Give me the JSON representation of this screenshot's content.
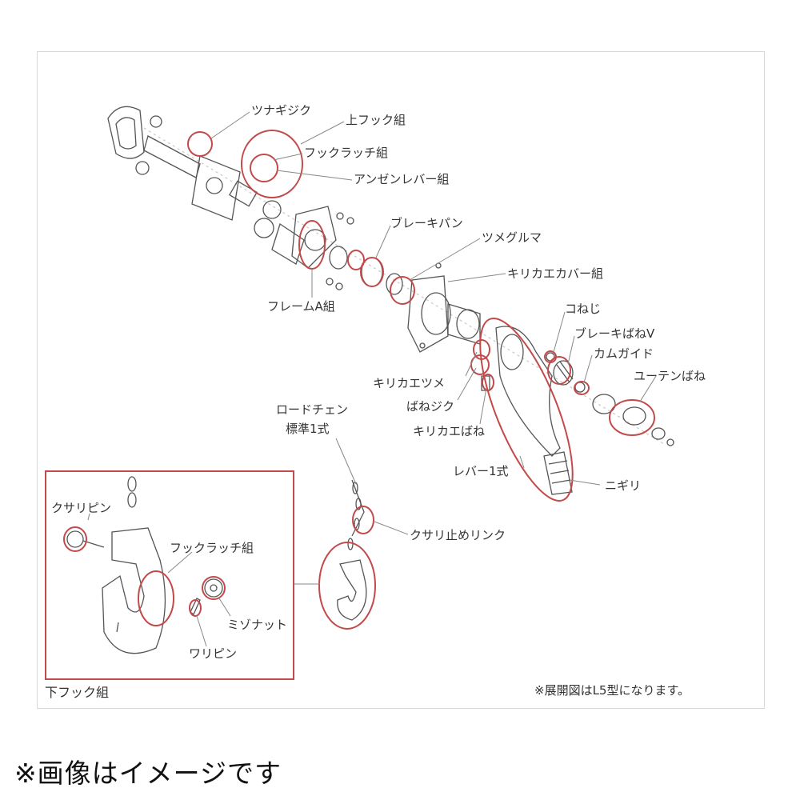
{
  "parts": {
    "tsunagijiku": "ツナギジク",
    "upper_hook": "上フック組",
    "hook_latch": "フックラッチ組",
    "anzen_lever": "アンゼンレバー組",
    "brake_pan": "ブレーキパン",
    "tsume_guruma": "ツメグルマ",
    "kirikae_cover": "キリカエカバー組",
    "frame_a": "フレームA組",
    "konejji": "コねじ",
    "brake_spring_v": "ブレーキばねV",
    "cam_guide": "カムガイド",
    "yuten_spring": "ユーテンばね",
    "kirikae_tsume": "キリカエツメ",
    "spring_jiku": "ばねジク",
    "kirikae_spring": "キリカエばね",
    "lever_set": "レバー1式",
    "grip": "ニギリ",
    "load_chain_1": "ロードチェン",
    "load_chain_2": "標準1式",
    "chain_stop_link": "クサリ止めリンク"
  },
  "sub_assembly": {
    "title": "下フック組",
    "kusari_pin": "クサリピン",
    "hook_latch": "フックラッチ組",
    "mizo_nut": "ミゾナット",
    "wari_pin": "ワリピン"
  },
  "note": "※展開図はL5型になります。",
  "caption": "※画像はイメージです",
  "colors": {
    "highlight": "#c24a4a",
    "line": "#555555",
    "leader": "#888888"
  }
}
